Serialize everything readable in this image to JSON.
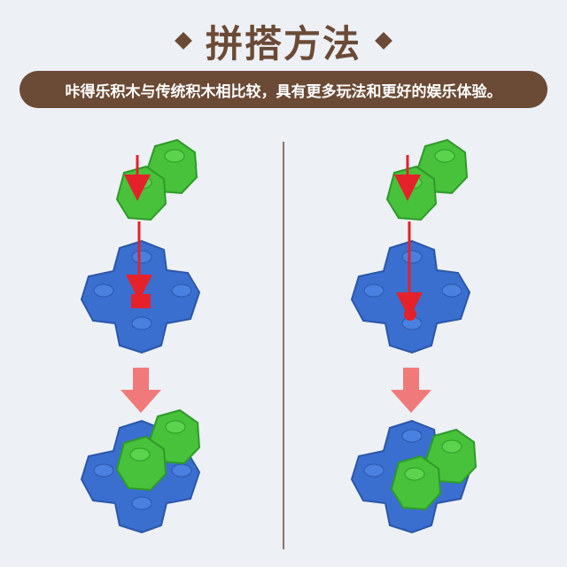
{
  "header": {
    "title": "拼搭方法",
    "subtitle": "咔得乐积木与传统积木相比较，具有更多玩法和更好的娱乐体验。"
  },
  "colors": {
    "brown": "#6b4a36",
    "blue": "#3a6fd0",
    "blue_dark": "#2b56a8",
    "green": "#47c23a",
    "green_dark": "#2f9a2a",
    "red": "#e5212a",
    "arrow_pink": "#f07a7a"
  },
  "icons": [
    "diamond-icon",
    "down-arrow-icon"
  ],
  "panels": [
    {
      "name": "left-method",
      "top_piece": "green-two-stud-block",
      "base_piece": "blue-cross-block",
      "result": "stacked-vertical"
    },
    {
      "name": "right-method",
      "top_piece": "green-two-stud-block",
      "base_piece": "blue-cross-block",
      "result": "stacked-side-offset"
    }
  ]
}
